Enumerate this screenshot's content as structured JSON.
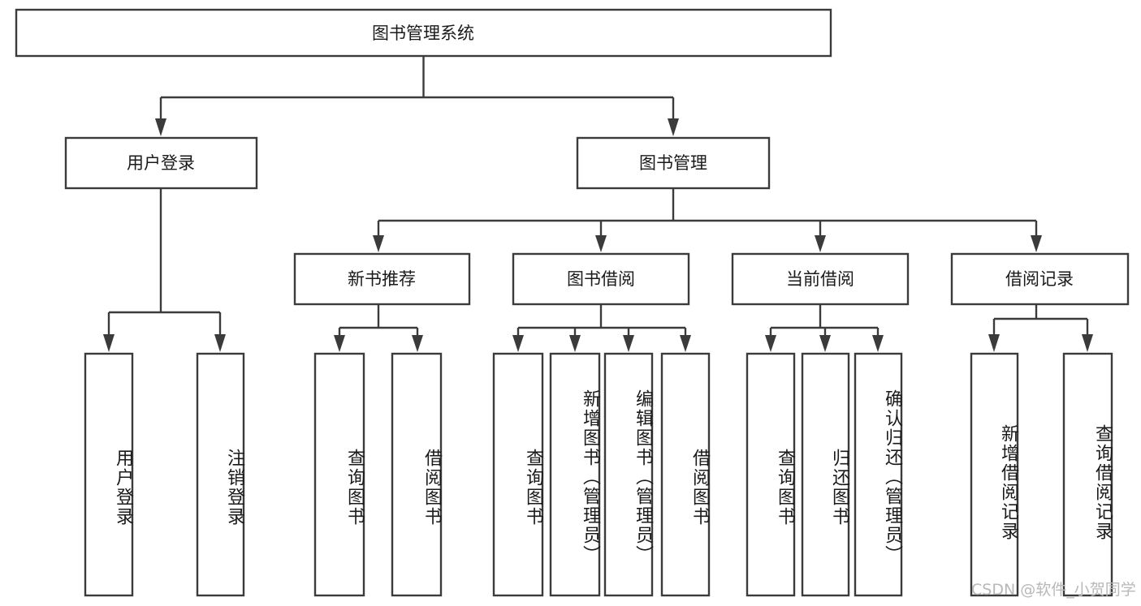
{
  "diagram": {
    "type": "tree-hierarchy",
    "title": "图书管理系统",
    "root": {
      "label": "图书管理系统"
    },
    "level2": [
      {
        "label": "用户登录"
      },
      {
        "label": "图书管理"
      }
    ],
    "level3": [
      {
        "label": "新书推荐"
      },
      {
        "label": "图书借阅"
      },
      {
        "label": "当前借阅"
      },
      {
        "label": "借阅记录"
      }
    ],
    "leaves": {
      "user_login": [
        {
          "label": "用户登录"
        },
        {
          "label": "注销登录"
        }
      ],
      "new_book_recommend": [
        {
          "label": "查询图书"
        },
        {
          "label": "借阅图书"
        }
      ],
      "book_borrow": [
        {
          "label": "查询图书"
        },
        {
          "label": "新增图书（管理员）"
        },
        {
          "label": "编辑图书（管理员）"
        },
        {
          "label": "借阅图书"
        }
      ],
      "current_borrow": [
        {
          "label": "查询图书"
        },
        {
          "label": "归还图书"
        },
        {
          "label": "确认归还（管理员）"
        }
      ],
      "borrow_records": [
        {
          "label": "新增借阅记录"
        },
        {
          "label": "查询借阅记录"
        }
      ]
    },
    "watermark": "CSDN @软件_小贺同学",
    "colors": {
      "stroke": "#3b3b3b",
      "fill": "#ffffff",
      "text": "#1a1a1a",
      "watermark": "#b8b8b8"
    }
  }
}
